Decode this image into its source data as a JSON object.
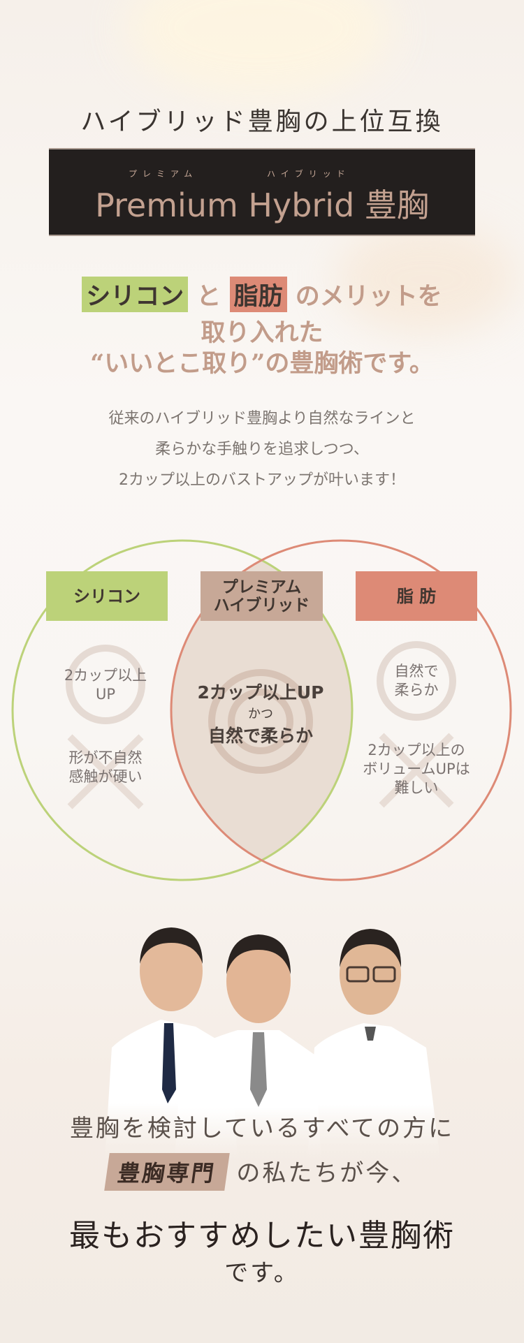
{
  "header": {
    "title": "ハイブリッド豊胸の上位互換",
    "hero_ruby_premium": "プレミアム",
    "hero_ruby_hybrid": "ハイブリッド",
    "hero_title": "Premium Hybrid 豊胸"
  },
  "headline": {
    "tag_silicone": "シリコン",
    "to": "と",
    "tag_fat": "脂肪",
    "line1_rest": "のメリットを",
    "line2": "取り入れた",
    "line3": "“いいとこ取り”の豊胸術です。"
  },
  "description": {
    "lines": [
      "従来のハイブリッド豊胸より自然なラインと",
      "柔らかな手触りを追求しつつ、",
      "2カップ以上のバストアップが叶います！"
    ]
  },
  "venn": {
    "silicone": {
      "label": "シリコン",
      "pro": [
        "2カップ以上",
        "UP"
      ],
      "con": [
        "形が不自然",
        "感触が硬い"
      ]
    },
    "premium": {
      "label": [
        "プレミアム",
        "ハイブリッド"
      ],
      "line1": "2カップ以上UP",
      "line2": "かつ",
      "line3": "自然で柔らか"
    },
    "fat": {
      "label": "脂 肪",
      "pro": [
        "自然で",
        "柔らか"
      ],
      "con": [
        "2カップ以上の",
        "ボリュームUPは",
        "難しい"
      ]
    },
    "colors": {
      "silicone": "#bcd279",
      "fat": "#dd8a76",
      "premium": "#c7a897"
    }
  },
  "closing": {
    "line1": "豊胸を検討しているすべての方に",
    "tag": "豊胸専門",
    "line2_rest": "の私たちが今、",
    "line3": "最もおすすめしたい豊胸術",
    "line4": "です。"
  }
}
